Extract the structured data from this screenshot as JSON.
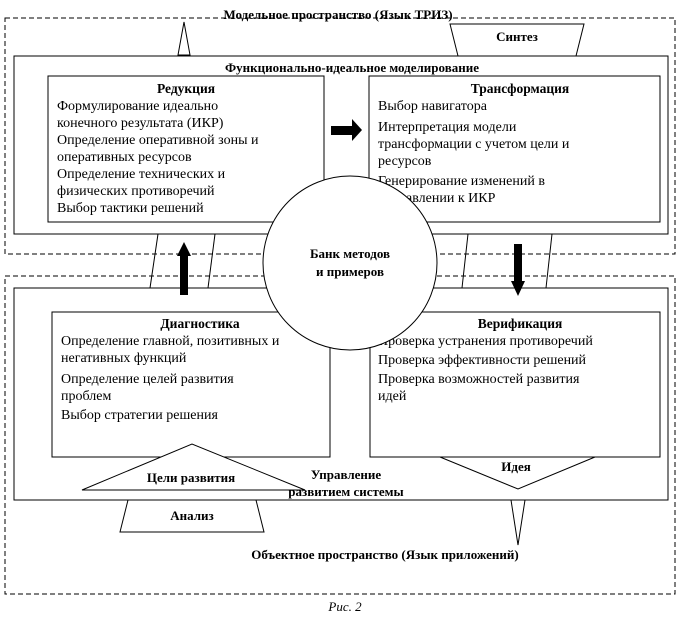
{
  "model_space": {
    "title": "Модельное пространство (Язык ТРИЗ)"
  },
  "object_space": {
    "title": "Объектное пространство (Язык приложений)"
  },
  "synthesis": {
    "label": "Синтез"
  },
  "analysis": {
    "label": "Анализ"
  },
  "functional_ideal": {
    "label": "Функционально-идеальное моделирование"
  },
  "system_management": {
    "line1": "Управление",
    "line2": "развитием системы"
  },
  "reduction": {
    "title": "Редукция",
    "lines": [
      "Формулирование идеально",
      "конечного результата (ИКР)",
      "Определение оперативной зоны и",
      "оперативных ресурсов",
      "Определение технических и",
      "физических противоречий",
      "Выбор тактики решений"
    ]
  },
  "transformation": {
    "title": "Трансформация",
    "lines": [
      "Выбор навигатора",
      "Интерпретация модели",
      "трансформации с учетом цели и",
      "ресурсов",
      "Генерирование изменений в",
      "направлении к ИКР"
    ]
  },
  "diagnostics": {
    "title": "Диагностика",
    "lines": [
      "Определение главной, позитивных и",
      "негативных функций",
      "Определение целей развития",
      "проблем",
      "Выбор стратегии решения"
    ]
  },
  "verification": {
    "title": "Верификация",
    "lines": [
      "Проверка устранения противоречий",
      "Проверка эффективности решений",
      "Проверка возможностей развития",
      "идей"
    ]
  },
  "bank": {
    "line1": "Банк методов",
    "line2": "и примеров"
  },
  "goals": {
    "label": "Цели развития"
  },
  "idea": {
    "label": "Идея"
  },
  "caption": "Рис. 2"
}
